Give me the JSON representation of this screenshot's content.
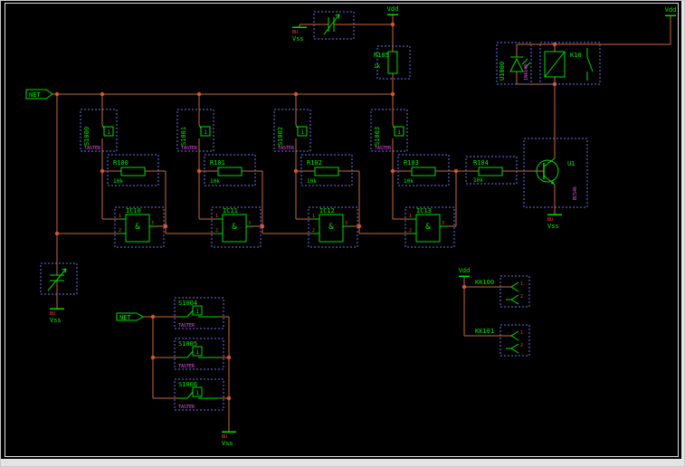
{
  "colors": {
    "background": "#000000",
    "wire": "#C36A38",
    "junction": "#DE5230",
    "symbol_green": "#00DC00",
    "text_green": "#00EE00",
    "selection_box_blue": "#7070EE",
    "attr_magenta": "#EE55EE",
    "pin_red": "#FF3A3A",
    "frame": "#DFDFDF"
  },
  "flags": {
    "net_top": "NET",
    "net_bottom": "NET"
  },
  "power": {
    "vdd": "Vdd",
    "vss": "Vss",
    "bu": "BU"
  },
  "stages": {
    "switches": [
      {
        "name": "S1000",
        "value": "1",
        "attr": "TASTER"
      },
      {
        "name": "S1001",
        "value": "1",
        "attr": "TASTER"
      },
      {
        "name": "S1002",
        "value": "1",
        "attr": "TASTER"
      },
      {
        "name": "S1003",
        "value": "1",
        "attr": "TASTER"
      }
    ],
    "resistors": [
      {
        "name": "R100",
        "value": "10k"
      },
      {
        "name": "R101",
        "value": "10k"
      },
      {
        "name": "R102",
        "value": "10k"
      },
      {
        "name": "R103",
        "value": "10k"
      }
    ],
    "gates": [
      {
        "name": "IC10",
        "symbol": "&",
        "pin_a": "1",
        "pin_b": "2",
        "pin_y": "3"
      },
      {
        "name": "IC11",
        "symbol": "&",
        "pin_a": "1",
        "pin_b": "2",
        "pin_y": "3"
      },
      {
        "name": "IC12",
        "symbol": "&",
        "pin_a": "1",
        "pin_b": "2",
        "pin_y": "3"
      },
      {
        "name": "IC13",
        "symbol": "&",
        "pin_a": "1",
        "pin_b": "2",
        "pin_y": "3"
      }
    ]
  },
  "r105": {
    "name": "R105",
    "value": "1k"
  },
  "r104": {
    "name": "R104",
    "value": "10k"
  },
  "u1": {
    "name": "U1",
    "value": "BC546"
  },
  "u1000": {
    "name": "U1000",
    "value": "1N4148"
  },
  "k10": {
    "name": "K10"
  },
  "connectors": [
    {
      "name": "KK100",
      "pin1": "1",
      "pin2": "2"
    },
    {
      "name": "KK101",
      "pin1": "1",
      "pin2": "2"
    }
  ],
  "bottom_switches": [
    {
      "name": "S1004",
      "value": "1",
      "attr": "TASTER"
    },
    {
      "name": "S1005",
      "value": "1",
      "attr": "TASTER"
    },
    {
      "name": "S1006",
      "value": "1",
      "attr": "TASTER"
    }
  ]
}
